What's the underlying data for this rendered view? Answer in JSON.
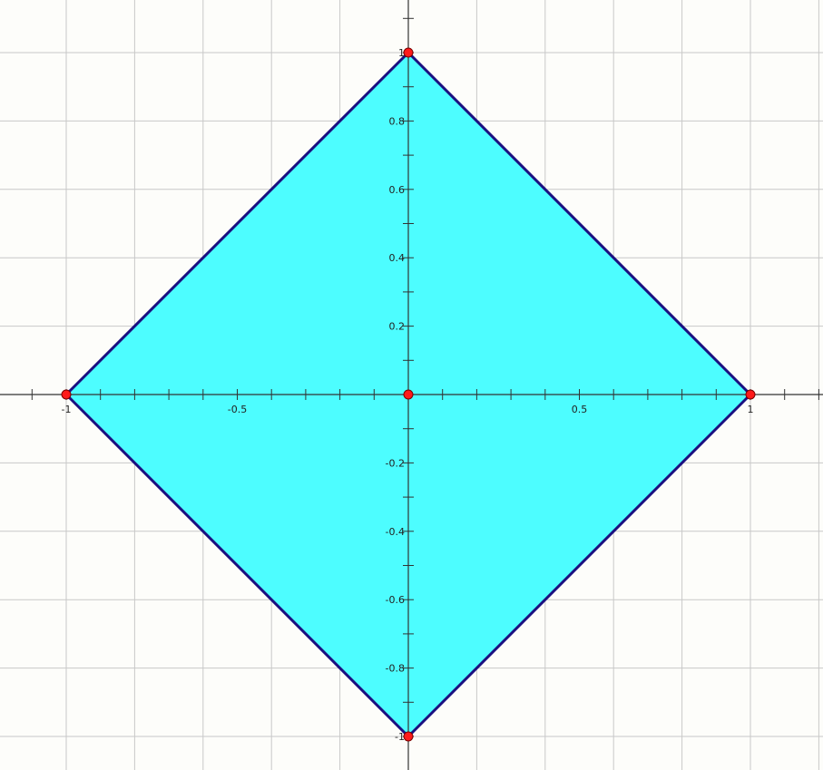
{
  "graph": {
    "x_range": [
      -1.19,
      1.21
    ],
    "y_range": [
      -1.1,
      1.15
    ],
    "grid_step": 0.2,
    "minor_tick_step": 0.1,
    "x_tick_labels": [
      {
        "value": -1,
        "text": "-1"
      },
      {
        "value": -0.5,
        "text": "-0.5"
      },
      {
        "value": 0.5,
        "text": "0.5"
      },
      {
        "value": 1,
        "text": "1"
      }
    ],
    "y_tick_labels": [
      {
        "value": 1,
        "text": "1"
      },
      {
        "value": 0.8,
        "text": "0.8"
      },
      {
        "value": 0.6,
        "text": "0.6"
      },
      {
        "value": 0.4,
        "text": "0.4"
      },
      {
        "value": 0.2,
        "text": "0.2"
      },
      {
        "value": -0.2,
        "text": "-0.2"
      },
      {
        "value": -0.4,
        "text": "-0.4"
      },
      {
        "value": -0.6,
        "text": "-0.6"
      },
      {
        "value": -0.8,
        "text": "-0.8"
      },
      {
        "value": -1,
        "text": "-1"
      }
    ],
    "polygon": {
      "vertices": [
        [
          0,
          1
        ],
        [
          1,
          0
        ],
        [
          0,
          -1
        ],
        [
          -1,
          0
        ]
      ],
      "fill": "#4dfdff",
      "stroke": "#1a0f80"
    },
    "points": [
      [
        0,
        1
      ],
      [
        1,
        0
      ],
      [
        0,
        -1
      ],
      [
        -1,
        0
      ],
      [
        0,
        0
      ]
    ],
    "point_color": "#ff1a1a",
    "grid_color": "#c8c8c8",
    "axis_color": "#333333"
  }
}
